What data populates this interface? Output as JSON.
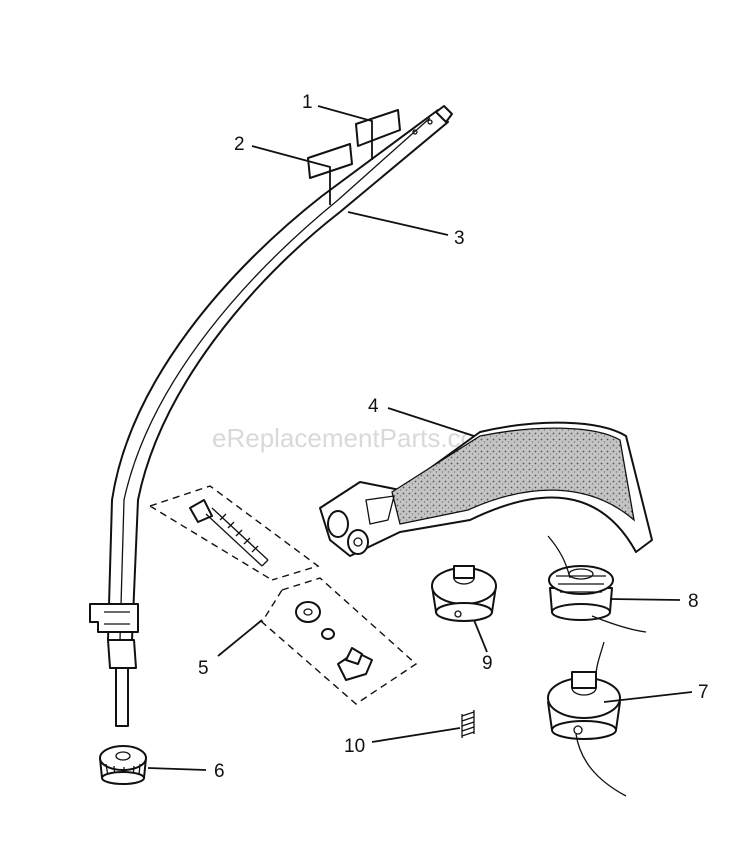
{
  "watermark": "eReplacementParts.com",
  "callouts": {
    "c1": "1",
    "c2": "2",
    "c3": "3",
    "c4": "4",
    "c5": "5",
    "c6": "6",
    "c7": "7",
    "c8": "8",
    "c9": "9",
    "c10": "10"
  },
  "colors": {
    "line": "#111111",
    "background": "#ffffff",
    "guard_fill": "#bdbdbd",
    "watermark": "#d9d9d9"
  }
}
